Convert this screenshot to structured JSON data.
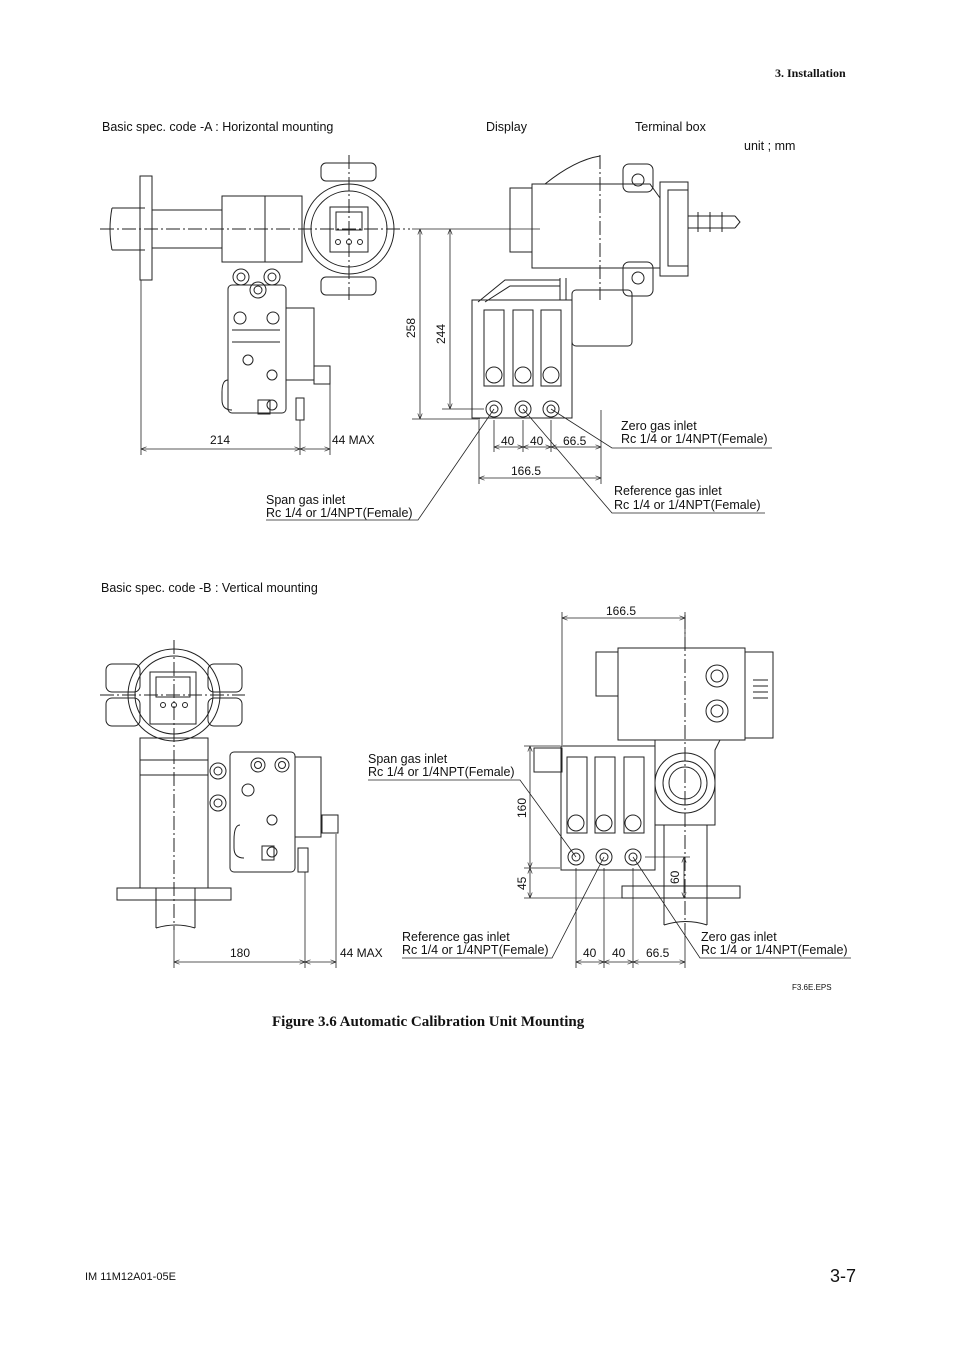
{
  "header": {
    "section": "3.  Installation"
  },
  "unit_note": "unit ; mm",
  "horizontal": {
    "title": "Basic spec. code -A : Horizontal mounting",
    "display_label": "Display",
    "terminal_box_label": "Terminal box",
    "dims": {
      "d214": "214",
      "d44max": "44 MAX",
      "d258": "258",
      "d244": "244",
      "d40a": "40",
      "d40b": "40",
      "d66_5": "66.5",
      "d166_5": "166.5"
    },
    "zero_gas": {
      "line1": "Zero gas inlet",
      "line2": "Rc 1/4 or 1/4NPT(Female)"
    },
    "reference_gas": {
      "line1": "Reference gas inlet",
      "line2": "Rc 1/4 or 1/4NPT(Female)"
    },
    "span_gas": {
      "line1": "Span gas inlet",
      "line2": "Rc 1/4 or 1/4NPT(Female)"
    }
  },
  "vertical": {
    "title": "Basic spec. code -B : Vertical mounting",
    "dims": {
      "d166_5": "166.5",
      "d160": "160",
      "d45": "45",
      "d60": "60",
      "d180": "180",
      "d44max": "44 MAX",
      "d40a": "40",
      "d40b": "40",
      "d66_5": "66.5"
    },
    "span_gas": {
      "line1": "Span gas inlet",
      "line2": "Rc 1/4 or 1/4NPT(Female)"
    },
    "reference_gas": {
      "line1": "Reference gas inlet",
      "line2": "Rc 1/4 or 1/4NPT(Female)"
    },
    "zero_gas": {
      "line1": "Zero gas inlet",
      "line2": "Rc 1/4 or 1/4NPT(Female)"
    }
  },
  "file_tag": "F3.6E.EPS",
  "figure_caption": "Figure 3.6    Automatic Calibration Unit Mounting",
  "footer": {
    "doc_id": "IM 11M12A01-05E",
    "page_number": "3-7"
  }
}
